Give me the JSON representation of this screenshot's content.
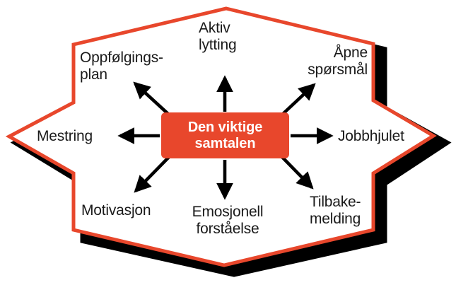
{
  "diagram": {
    "title": "Den viktige samtalen",
    "center": {
      "label": "Den viktige\nsamtalen",
      "background_color": "#e8472c",
      "text_color": "#ffffff"
    },
    "shape": {
      "name": "eight-pointed-star",
      "outline_color": "#e8472c",
      "shadow_color": "#000000",
      "fill_color": "#ffffff"
    },
    "arrow_color": "#000000",
    "nodes": [
      {
        "id": "aktiv-lytting",
        "label": "Aktiv\nlytting",
        "direction": "up"
      },
      {
        "id": "apne-sporsmal",
        "label": "Åpne\nspørsmål",
        "direction": "up-right"
      },
      {
        "id": "jobbhjulet",
        "label": "Jobbhjulet",
        "direction": "right"
      },
      {
        "id": "tilbakemelding",
        "label": "Tilbake-\nmelding",
        "direction": "down-right"
      },
      {
        "id": "emosjonell",
        "label": "Emosjonell\nforståelse",
        "direction": "down"
      },
      {
        "id": "motivasjon",
        "label": "Motivasjon",
        "direction": "down-left"
      },
      {
        "id": "mestring",
        "label": "Mestring",
        "direction": "left"
      },
      {
        "id": "oppfolgingsplan",
        "label": "Oppfølgings-\nplan",
        "direction": "up-left"
      }
    ]
  }
}
